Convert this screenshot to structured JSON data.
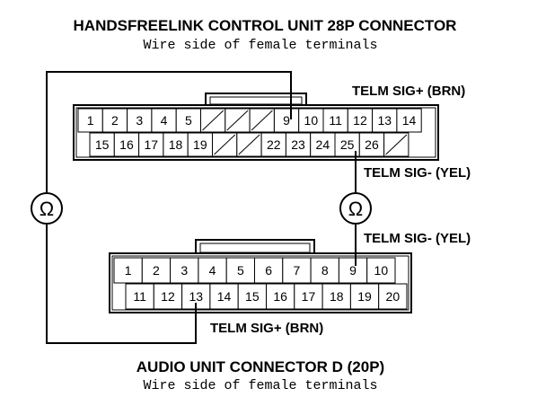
{
  "diagram": {
    "top_connector": {
      "title": "HANDSFREELINK CONTROL UNIT 28P CONNECTOR",
      "subtitle": "Wire side of female terminals",
      "row1": [
        "1",
        "2",
        "3",
        "4",
        "5",
        "",
        "",
        "",
        "9",
        "10",
        "11",
        "12",
        "13",
        "14"
      ],
      "row2": [
        "15",
        "16",
        "17",
        "18",
        "19",
        "",
        "",
        "22",
        "23",
        "24",
        "25",
        "26",
        "",
        ""
      ]
    },
    "bottom_connector": {
      "title": "AUDIO UNIT CONNECTOR D (20P)",
      "subtitle": "Wire side of female terminals",
      "row1": [
        "1",
        "2",
        "3",
        "4",
        "5",
        "6",
        "7",
        "8",
        "9",
        "10"
      ],
      "row2": [
        "11",
        "12",
        "13",
        "14",
        "15",
        "16",
        "17",
        "18",
        "19",
        "20"
      ]
    },
    "labels": {
      "top_sig_plus": "TELM SIG+ (BRN)",
      "top_sig_minus": "TELM SIG- (YEL)",
      "bottom_sig_minus": "TELM SIG- (YEL)",
      "bottom_sig_plus": "TELM SIG+ (BRN)"
    },
    "meters": {
      "left_symbol": "Ω",
      "right_symbol": "Ω"
    }
  }
}
